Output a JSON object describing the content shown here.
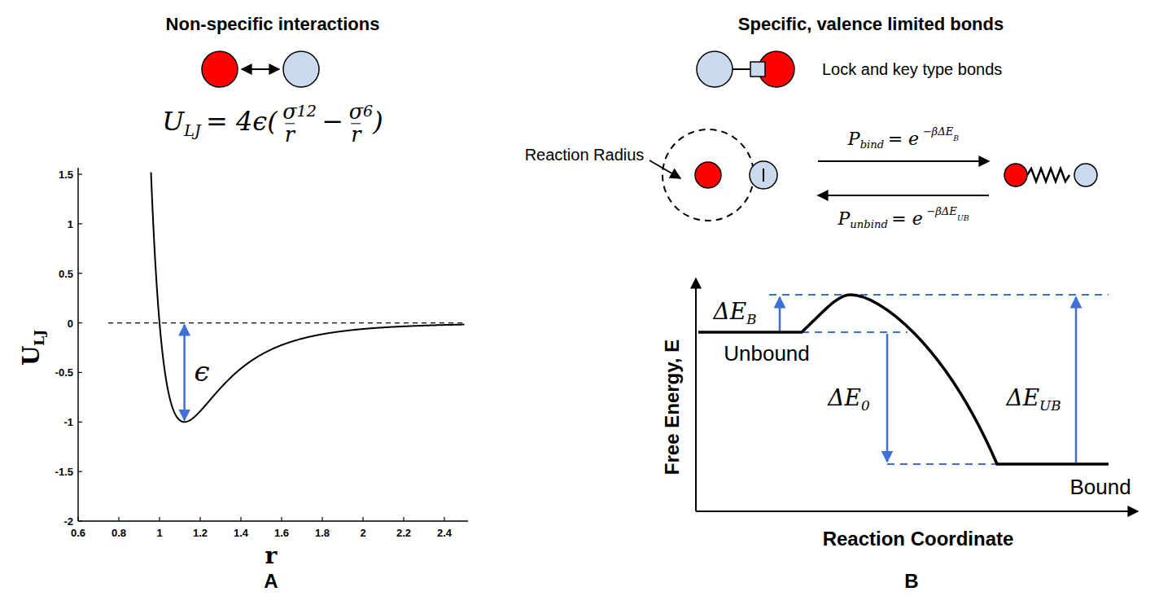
{
  "diagram": {
    "labels": [
      "Non-specific interactions",
      "Specific, valence limited bonds",
      "U",
      "LJ",
      "= 4ϵ(",
      "σ",
      "r",
      "12",
      "−",
      "σ",
      "r",
      "6",
      ")",
      "Lock and key type bonds",
      "Reaction Radius",
      "P",
      "bind",
      "= e",
      "−βΔE",
      "B",
      "P",
      "unbind",
      "= e",
      "−βΔE",
      "UB",
      "1.5",
      "1",
      "0.5",
      "0",
      "-0.5",
      "-1",
      "-1.5",
      "-2",
      "0.6",
      "0.8",
      "1",
      "1.2",
      "1.4",
      "1.6",
      "1.8",
      "2",
      "2.2",
      "2.4",
      "U",
      "LJ",
      "ϵ",
      "r",
      "ΔE",
      "B",
      "Unbound",
      "ΔE",
      "0",
      "ΔE",
      "UB",
      "Bound",
      "Free Energy, E",
      "Reaction Coordinate",
      "A",
      "B"
    ]
  }
}
